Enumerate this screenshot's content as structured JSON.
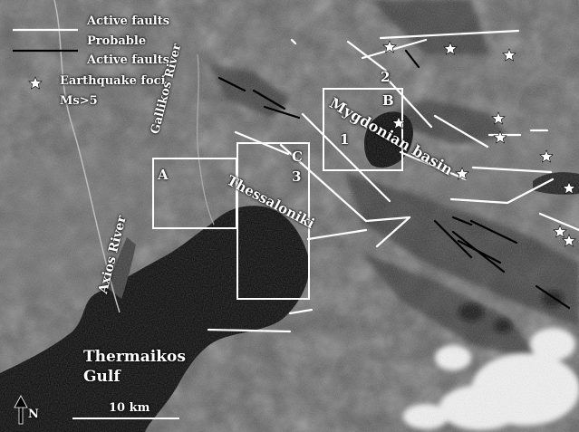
{
  "legend": {
    "active_faults": "Active faults",
    "probable_line1": "Probable",
    "probable_line2": "Active faults",
    "earthquake_line1": "Earthquake foci",
    "earthquake_line2": "Ms>5"
  },
  "places": {
    "gallikos_river": "Gallikos River",
    "axios_river": "Axios River",
    "thessaloniki": "Thessaloniki",
    "mygdonian_basin": "Mygdonian basin",
    "thermaikos_line1": "Thermaikos",
    "thermaikos_line2": "Gulf"
  },
  "boxes": {
    "a": "A",
    "b": "B",
    "c": "C"
  },
  "markers": {
    "one": "1",
    "two": "2",
    "three": "3"
  },
  "north": "N",
  "scale": "10 km",
  "colors": {
    "active_fault": "#ffffff",
    "probable_fault": "#000000",
    "study_box": "#ffffff",
    "sea": "#000000",
    "land": "#4a4a4a",
    "cloud": "#f4f4f4"
  },
  "icons": [
    "star-icon",
    "north-arrow-icon"
  ]
}
